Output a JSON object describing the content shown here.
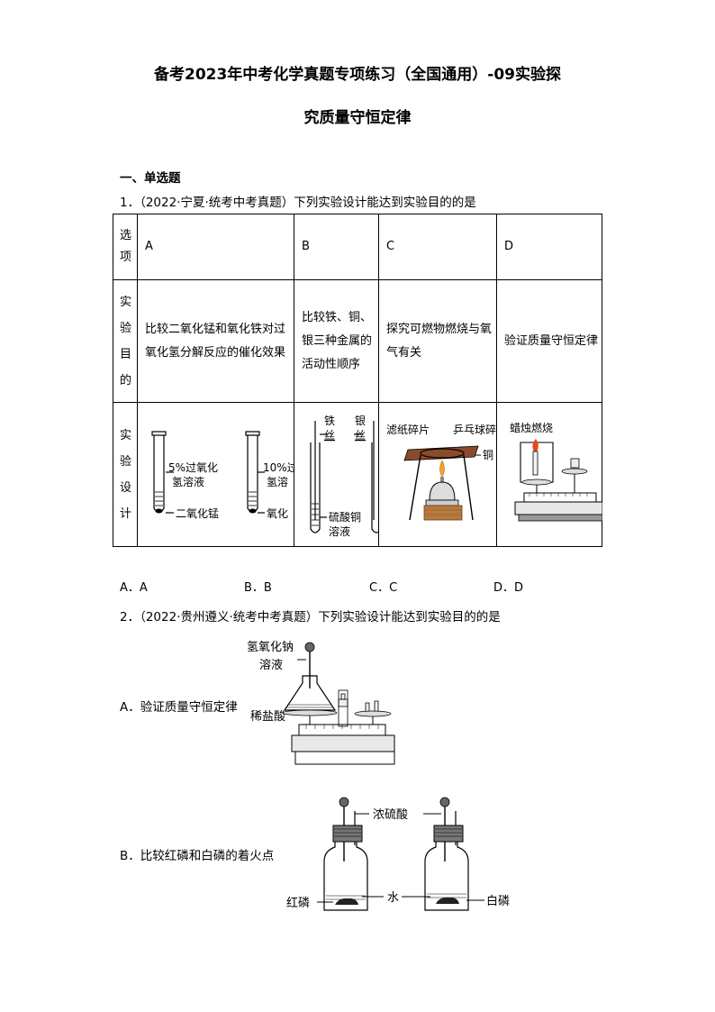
{
  "title": {
    "line1": "备考2023年中考化学真题专项练习（全国通用）-09实验探",
    "line2": "究质量守恒定律"
  },
  "section": "一、单选题",
  "q1": {
    "stem": "1．（2022·宁夏·统考中考真题）下列实验设计能达到实验目的的是",
    "row_head": [
      "选项",
      "实验目的",
      "实验设计"
    ],
    "options": [
      "A",
      "B",
      "C",
      "D"
    ],
    "purposes": [
      "比较二氧化锰和氧化铁对过氧化氢分解反应的催化效果",
      "比较铁、铜、银三种金属的活动性顺序",
      "探究可燃物燃烧与氧气有关",
      "验证质量守恒定律"
    ],
    "figA": {
      "label1a": "5%过氧化",
      "label1b": "氢溶液",
      "label2": "二氧化锰",
      "label3a": "10%过",
      "label3b": "氢溶",
      "label4": "氧化"
    },
    "figB": {
      "fe": "铁",
      "fe2": "丝",
      "ag": "银",
      "ag2": "丝",
      "cuso4a": "硫酸铜",
      "cuso4b": "溶液"
    },
    "figC": {
      "paper": "滤纸碎片",
      "ball": "乒乓球碎",
      "cu": "铜"
    },
    "figD": {
      "candle": "蜡烛燃烧"
    },
    "choices": [
      "A．A",
      "B．B",
      "C．C",
      "D．D"
    ]
  },
  "q2": {
    "stem": "2．（2022·贵州遵义·统考中考真题）下列实验设计能达到实验目的的是",
    "optA": {
      "text": "A．验证质量守恒定律",
      "naoh1": "氢氧化钠",
      "naoh2": "溶液",
      "hcl": "稀盐酸"
    },
    "optB": {
      "text": "B．比较红磷和白磷的着火点",
      "h2so4": "浓硫酸",
      "water": "水",
      "red": "红磷",
      "white": "白磷"
    }
  }
}
